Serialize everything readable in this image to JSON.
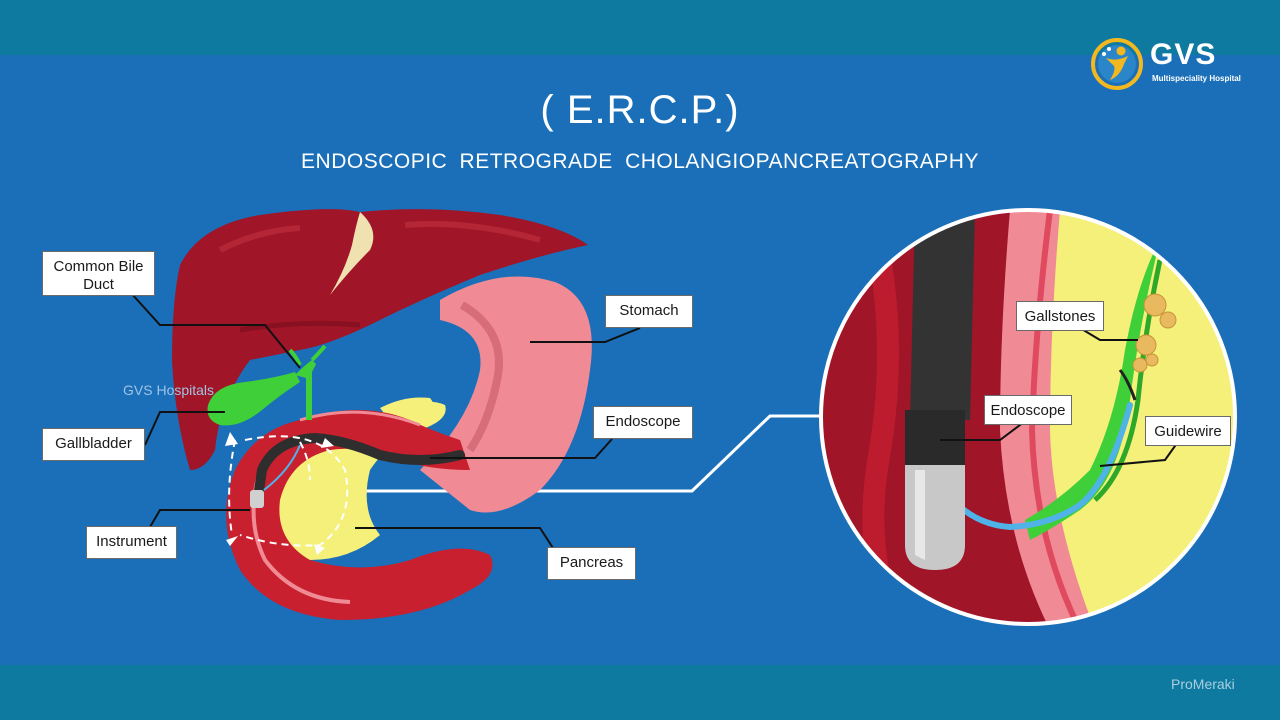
{
  "header": {
    "title": "( E.R.C.P.)",
    "subtitle": "ENDOSCOPIC RETROGRADE CHOLANGIOPANCREATOGRAPHY"
  },
  "logo": {
    "name": "GVS",
    "tagline": "Multispeciality Hospital",
    "icon": "person-circle-logo-icon"
  },
  "watermark": "GVS Hospitals",
  "credit": "ProMeraki",
  "labels": {
    "common_bile_duct": "Common Bile Duct",
    "stomach": "Stomach",
    "gallbladder": "Gallbladder",
    "endoscope": "Endoscope",
    "instrument": "Instrument",
    "pancreas": "Pancreas",
    "gallstones": "Gallstones",
    "zoom_endoscope": "Endoscope",
    "guidewire": "Guidewire"
  },
  "colors": {
    "background": "#1a6fb8",
    "liver": "#9a1426",
    "stomach": "#f08a95",
    "pancreas": "#f4f07a",
    "gallbladder": "#3fcf38",
    "endoscope": "#333333",
    "guidewire": "#4fb3e8"
  }
}
